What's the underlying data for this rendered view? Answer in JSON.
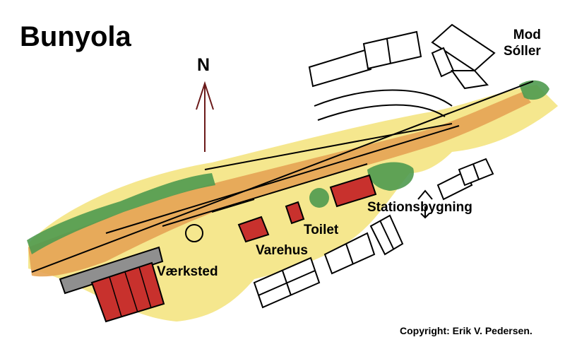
{
  "map": {
    "title": "Bunyola",
    "north_label": "N",
    "destination": [
      "Mod",
      "Sóller"
    ],
    "labels": {
      "station_building": "Stationsbygning",
      "toilet": "Toilet",
      "warehouse": "Varehus",
      "workshop": "Værksted"
    },
    "copyright": "Copyright:  Erik V. Pedersen."
  },
  "colors": {
    "yellow_area": "#f3e37a",
    "orange_area": "#e6a354",
    "green_area": "#4f9a4f",
    "building_red": "#c8312d",
    "roof_grey": "#8f8f8f",
    "track": "#000000"
  },
  "icons": [
    "north-arrow-icon",
    "turntable-icon",
    "small-arrow-icon"
  ]
}
